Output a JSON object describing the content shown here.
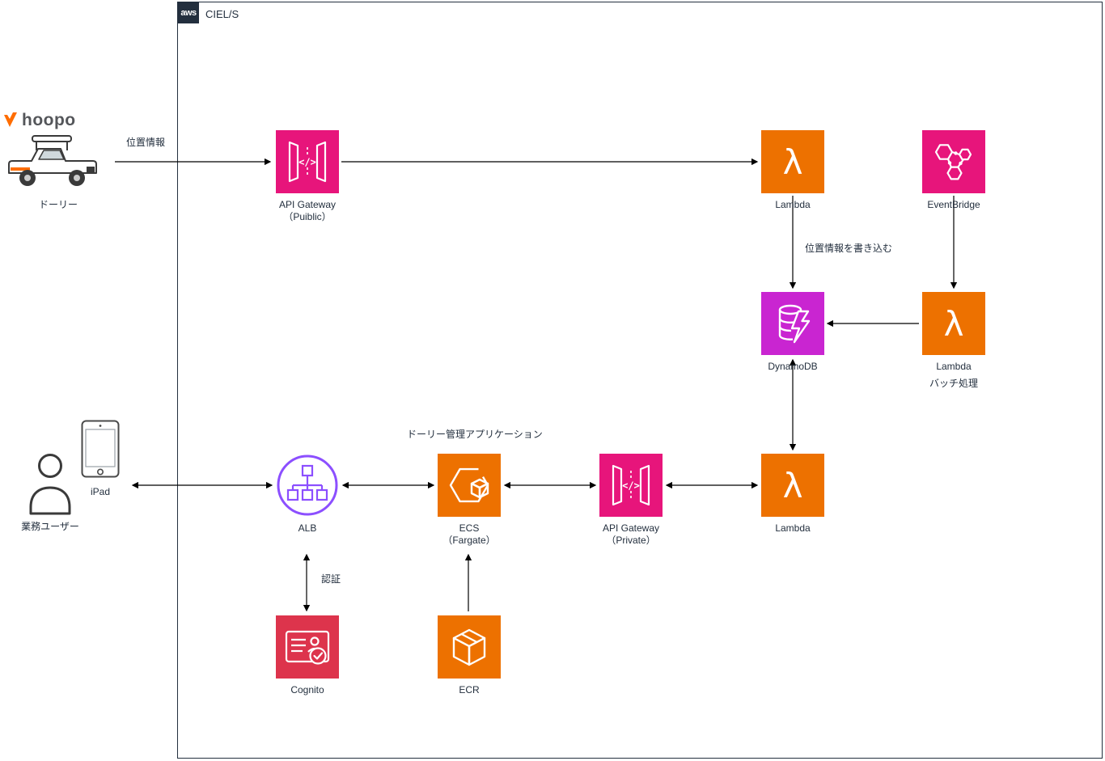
{
  "header": {
    "provider_badge": "aws",
    "boundary_label": "CIEL/S"
  },
  "brand": {
    "name": "hoopo"
  },
  "nodes": {
    "dolly": {
      "label": "ドーリー"
    },
    "api_gw_public": {
      "label": "API Gateway",
      "sublabel": "（Puiblic）"
    },
    "lambda_ingest": {
      "label": "Lambda"
    },
    "eventbridge": {
      "label": "EventBridge"
    },
    "dynamodb": {
      "label": "DynamoDB"
    },
    "lambda_batch": {
      "label": "Lambda",
      "sublabel": "バッチ処理"
    },
    "ipad": {
      "label": "iPad"
    },
    "business_user": {
      "label": "業務ユーザー"
    },
    "alb": {
      "label": "ALB"
    },
    "ecs": {
      "label": "ECS",
      "sublabel": "（Fargate）"
    },
    "api_gw_private": {
      "label": "API Gateway",
      "sublabel": "（Private）"
    },
    "lambda_app": {
      "label": "Lambda"
    },
    "cognito": {
      "label": "Cognito"
    },
    "ecr": {
      "label": "ECR"
    }
  },
  "edge_labels": {
    "location_info": "位置情報",
    "write_location_info": "位置情報を書き込む",
    "auth": "認証"
  },
  "section_labels": {
    "app_title": "ドーリー管理アプリケーション"
  },
  "icon_glyphs": {
    "api_gateway_code": "</>",
    "lambda_symbol": "λ"
  },
  "colors": {
    "api_gateway": "#E7157B",
    "eventbridge": "#E7157B",
    "lambda": "#ED7100",
    "ecs": "#ED7100",
    "ecr": "#ED7100",
    "dynamodb": "#C925D1",
    "alb": "#8C4FFF",
    "cognito": "#DD344C",
    "aws_dark": "#232F3E",
    "hoopo_orange": "#FF6D00",
    "edge_black": "#000000"
  }
}
